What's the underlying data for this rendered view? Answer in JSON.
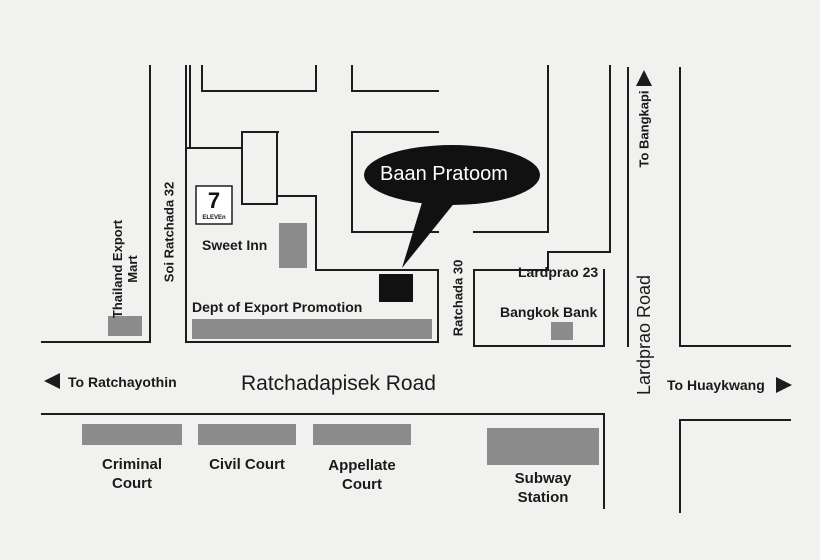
{
  "landmarks": {
    "callout": "Baan Pratoom",
    "sweet_inn": "Sweet Inn",
    "dept_export": "Dept of Export Promotion",
    "bangkok_bank": "Bangkok Bank",
    "thailand_export_mart": "Thailand Export Mart",
    "criminal_court": "Criminal Court",
    "civil_court": "Civil Court",
    "appellate_court": "Appellate Court",
    "subway_station": "Subway Station",
    "seven_eleven": "7-ELEVEN"
  },
  "roads": {
    "ratchadapisek": "Ratchadapisek Road",
    "lardprao": "Lardprao Road",
    "soi_ratchada_32": "Soi Ratchada 32",
    "ratchada_30": "Ratchada 30",
    "lardprao_23": "Lardprao 23"
  },
  "directions": {
    "to_ratchayothin": "To Ratchayothin",
    "to_huaykwang": "To Huaykwang",
    "to_bangkapi": "To Bangkapi"
  },
  "colors": {
    "road_line": "#1c1c1c",
    "building_gray": "#8c8c8c",
    "target_building": "#111111",
    "callout_fill": "#111111",
    "background": "#f1f1ef"
  }
}
